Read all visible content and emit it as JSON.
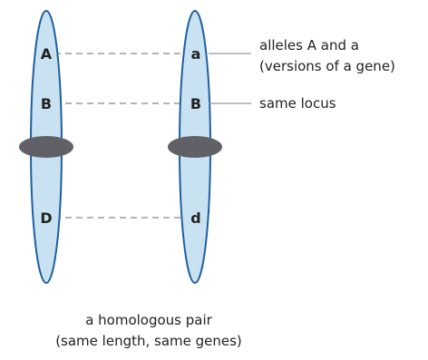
{
  "colors": {
    "chromosome_fill": "#c9e2f2",
    "chromosome_stroke": "#1f5fa0",
    "centromere": "#5f6166",
    "dash": "#888888",
    "pointer": "#999999",
    "text": "#222222"
  },
  "left_chromosome": {
    "loci": [
      "A",
      "B",
      "D"
    ]
  },
  "right_chromosome": {
    "loci": [
      "a",
      "B",
      "d"
    ]
  },
  "annotations": {
    "alleles_line1": "alleles A and a",
    "alleles_line2": "(versions of a gene)",
    "same_locus": "same locus"
  },
  "caption": {
    "line1": "a homologous pair",
    "line2": "(same length, same genes)"
  }
}
